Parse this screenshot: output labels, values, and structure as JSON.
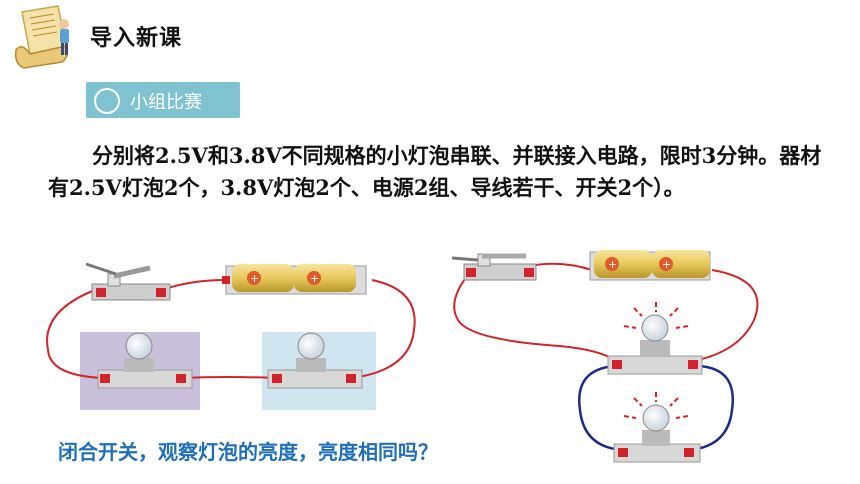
{
  "header": {
    "title": "导入新课",
    "logo_icon": "scroll-reader-icon"
  },
  "badge": {
    "label": "小组比赛",
    "color": "#7ec3cf"
  },
  "paragraph": "分别将2.5V和3.8V不同规格的小灯泡串联、并联接入电路，限时3分钟。器材有2.5V灯泡2个，3.8V灯泡2个、电源2组、导线若干、开关2个）。",
  "question": "闭合开关，观察灯泡的亮度，亮度相同吗？",
  "colors": {
    "wire_red": "#d2232a",
    "wire_blue": "#1c2b8a",
    "battery": "#e7c95a",
    "question_blue": "#1f6fb8",
    "glow_red": "#e02020"
  }
}
